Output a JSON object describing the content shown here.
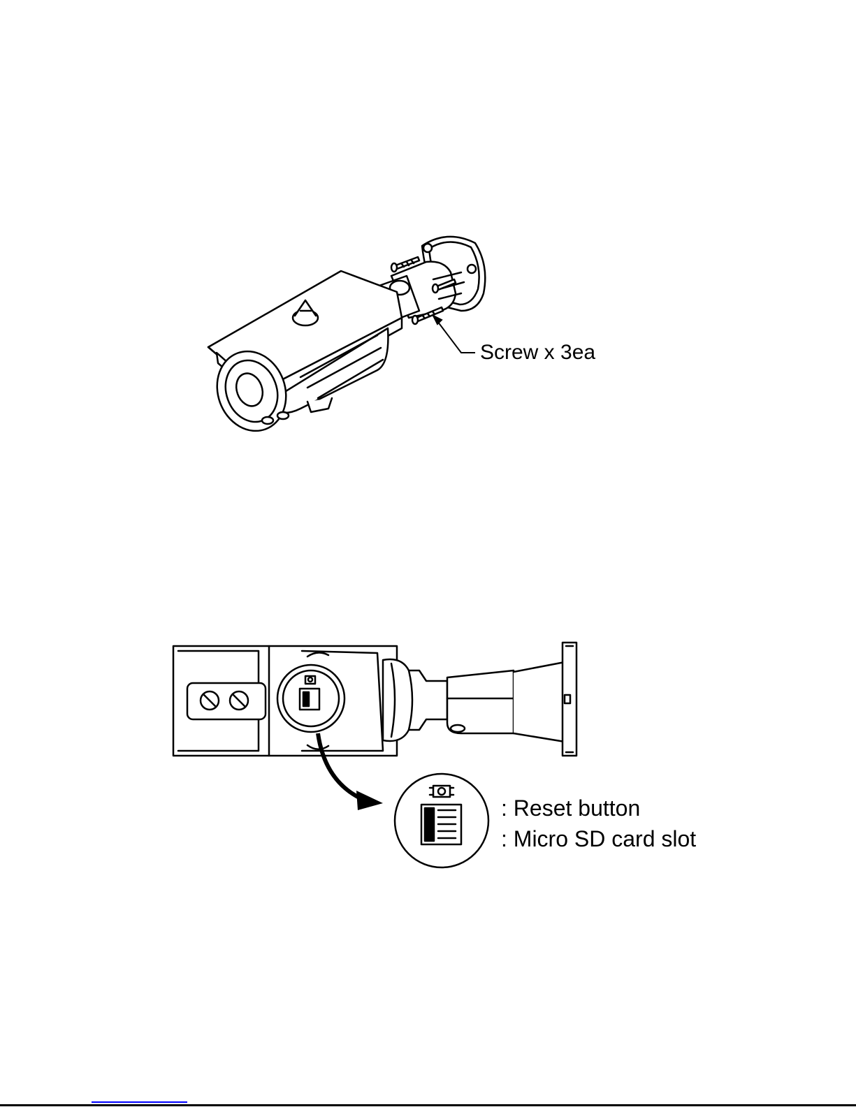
{
  "figure1": {
    "callout_screw": "Screw x 3ea"
  },
  "figure2": {
    "callout_reset": ": Reset button",
    "callout_sd": ": Micro SD card slot"
  },
  "colors": {
    "line": "#000000",
    "background": "#ffffff",
    "link_underline": "#0000ff"
  }
}
